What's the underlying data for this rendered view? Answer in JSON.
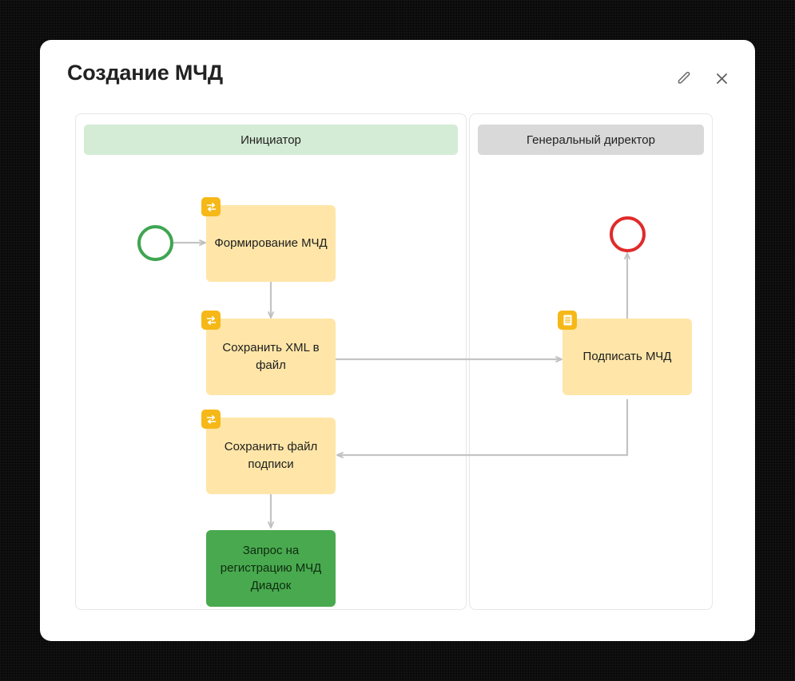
{
  "window": {
    "title": "Создание МЧД",
    "background_color": "#000000",
    "card_color": "#ffffff"
  },
  "header": {
    "title": "Создание МЧД",
    "actions": [
      {
        "name": "edit-icon",
        "label": "Редактировать"
      },
      {
        "name": "close-icon",
        "label": "Закрыть"
      }
    ]
  },
  "diagram": {
    "type": "bpmn-swimlane",
    "lanes": [
      {
        "id": "initiator",
        "label": "Инициатор",
        "header_color": "#d4ecd5"
      },
      {
        "id": "director",
        "label": "Генеральный директор",
        "header_color": "#d9d9d9"
      }
    ],
    "nodes": [
      {
        "id": "start",
        "type": "start-event",
        "lane": "initiator",
        "label": "",
        "color": "#3fa552",
        "badge": null
      },
      {
        "id": "form",
        "type": "task",
        "lane": "initiator",
        "label": "Формирование МЧД",
        "color": "#ffe6a8",
        "badge": "exchange-icon"
      },
      {
        "id": "save-xml",
        "type": "task",
        "lane": "initiator",
        "label": "Сохранить XML в файл",
        "color": "#ffe6a8",
        "badge": "exchange-icon"
      },
      {
        "id": "save-sign",
        "type": "task",
        "lane": "initiator",
        "label": "Сохранить файл подписи",
        "color": "#ffe6a8",
        "badge": "exchange-icon"
      },
      {
        "id": "register",
        "type": "task",
        "lane": "initiator",
        "label": "Запрос на регистрацию МЧД Диадок",
        "color": "#49a94f",
        "badge": null
      },
      {
        "id": "sign",
        "type": "task",
        "lane": "director",
        "label": "Подписать МЧД",
        "color": "#ffe6a8",
        "badge": "document-icon"
      },
      {
        "id": "end",
        "type": "end-event",
        "lane": "director",
        "label": "",
        "color": "#e02b2b",
        "badge": null
      }
    ],
    "edges": [
      {
        "from": "start",
        "to": "form"
      },
      {
        "from": "form",
        "to": "save-xml"
      },
      {
        "from": "save-xml",
        "to": "sign"
      },
      {
        "from": "sign",
        "to": "save-sign"
      },
      {
        "from": "save-sign",
        "to": "register"
      },
      {
        "from": "sign",
        "to": "end"
      }
    ],
    "connector_color": "#c4c4c4"
  }
}
